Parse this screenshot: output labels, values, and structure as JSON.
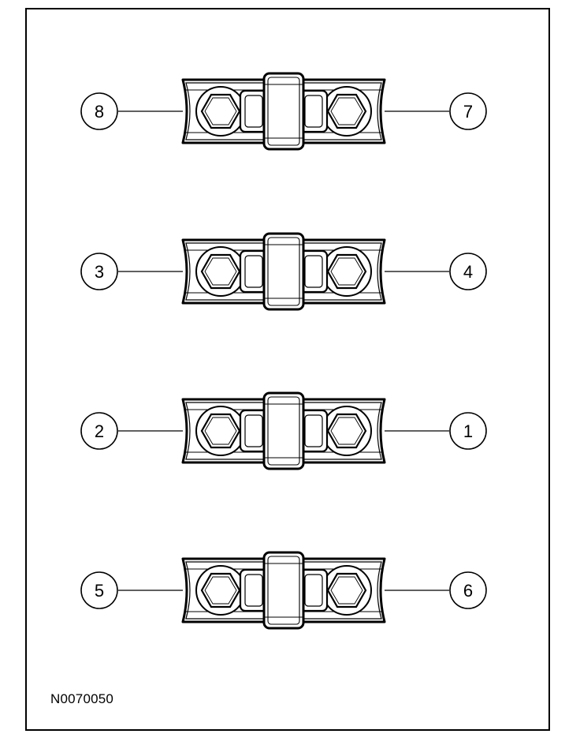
{
  "figure_id": "N0070050",
  "caps": [
    {
      "left_label": "8",
      "right_label": "7"
    },
    {
      "left_label": "3",
      "right_label": "4"
    },
    {
      "left_label": "2",
      "right_label": "1"
    },
    {
      "left_label": "5",
      "right_label": "6"
    }
  ]
}
